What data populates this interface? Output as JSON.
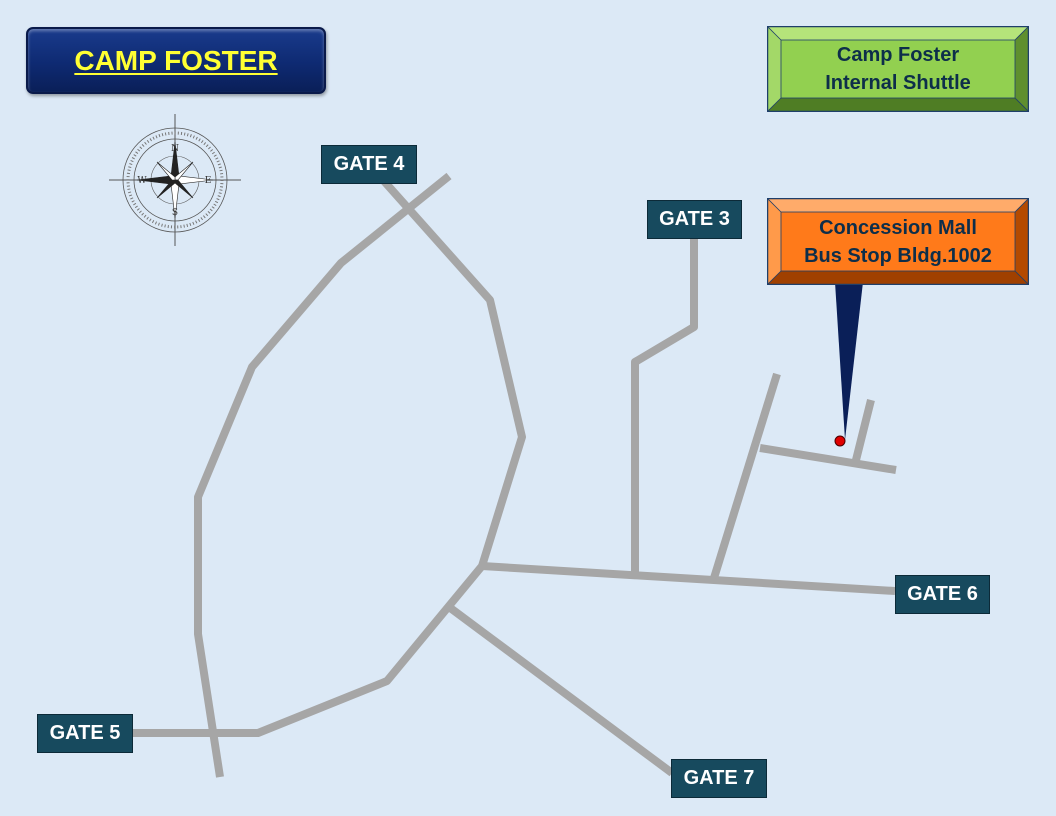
{
  "map_title": "CAMP FOSTER",
  "legend": {
    "line1": "Camp Foster",
    "line2": "Internal Shuttle"
  },
  "bus_stop": {
    "line1": "Concession Mall",
    "line2": "Bus Stop Bldg.1002"
  },
  "gates": {
    "gate3": "GATE 3",
    "gate4": "GATE 4",
    "gate5": "GATE 5",
    "gate6": "GATE 6",
    "gate7": "GATE 7"
  },
  "compass": {
    "n": "N",
    "s": "S",
    "e": "E",
    "w": "W"
  },
  "colors": {
    "background": "#dce9f6",
    "road": "#a6a6a6",
    "gate_label": "#174a5e",
    "title_box": "#0e2a72",
    "title_text": "#ffff33",
    "legend_box": "#92d050",
    "bus_stop_box": "#ff7a1a",
    "pointer": "#0a1f58",
    "stop_marker": "#e00000"
  }
}
